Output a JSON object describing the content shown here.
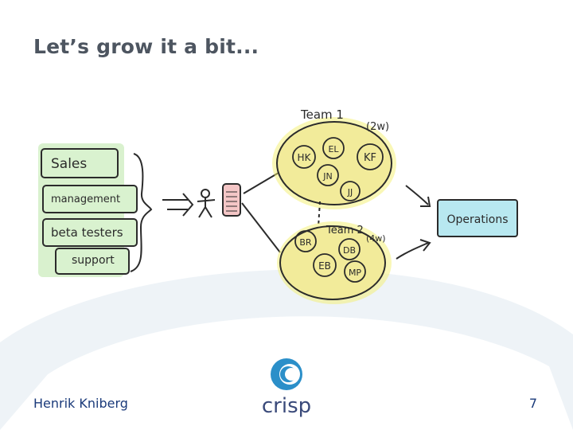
{
  "slide": {
    "title": "Let’s grow it a bit...",
    "author": "Henrik Kniberg",
    "page_number": "7"
  },
  "diagram": {
    "stakeholders": [
      "Sales",
      "management",
      "beta testers",
      "support"
    ],
    "team1": {
      "label": "Team 1",
      "sub": "(2w)",
      "members": [
        "HK",
        "EL",
        "KF",
        "JN",
        "JJ"
      ]
    },
    "team2": {
      "label": "Team 2",
      "sub": "(4w)",
      "members": [
        "BR",
        "DB",
        "EB",
        "MP"
      ]
    },
    "operations": "Operations"
  },
  "logo": {
    "text": "crisp"
  },
  "colors": {
    "title": "#4d5560",
    "footer_text": "#1a3a7a",
    "team_fill": "#f2eb9a",
    "team_glow": "#f0ee7a",
    "stakeholder_glow": "#bfe6b0",
    "operations_fill": "#b8e8f0",
    "logo_blue": "#2b8fc9",
    "logo_text": "#3a4a7a"
  }
}
